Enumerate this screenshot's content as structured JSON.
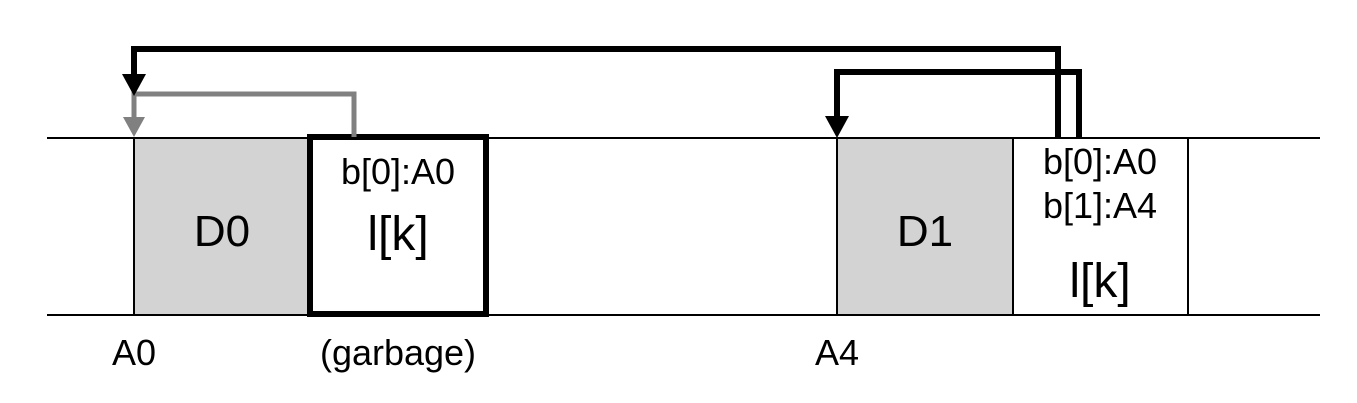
{
  "blocks": {
    "d0": {
      "label": "D0"
    },
    "log0": {
      "line1": "b[0]:A0",
      "line2": "l[k]"
    },
    "d1": {
      "label": "D1"
    },
    "log1": {
      "line1": "b[0]:A0",
      "line2": "b[1]:A4",
      "line3": "l[k]"
    }
  },
  "addresses": {
    "a0": "A0",
    "garbage": "(garbage)",
    "a4": "A4"
  },
  "colors": {
    "data_fill": "#d3d3d3",
    "stale_pointer": "#808080",
    "pointer": "#000000"
  }
}
